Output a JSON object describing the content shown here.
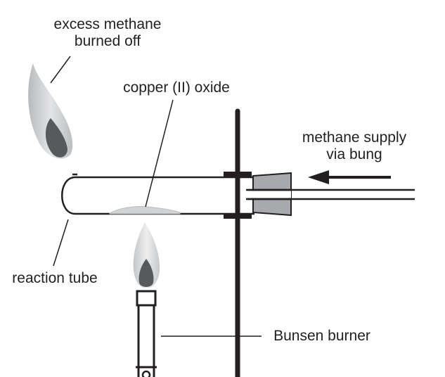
{
  "labels": {
    "excess_line1": "excess methane",
    "excess_line2": "burned off",
    "copper_oxide": "copper (II) oxide",
    "methane_line1": "methane supply",
    "methane_line2": "via bung",
    "reaction_tube": "reaction tube",
    "bunsen_burner": "Bunsen burner"
  },
  "colors": {
    "ink": "#231f20",
    "bung": "#a7a9ac",
    "flame_outer": "#c9cacc",
    "flame_inner": "#58595b",
    "copper_oxide": "#d1d3d4"
  }
}
